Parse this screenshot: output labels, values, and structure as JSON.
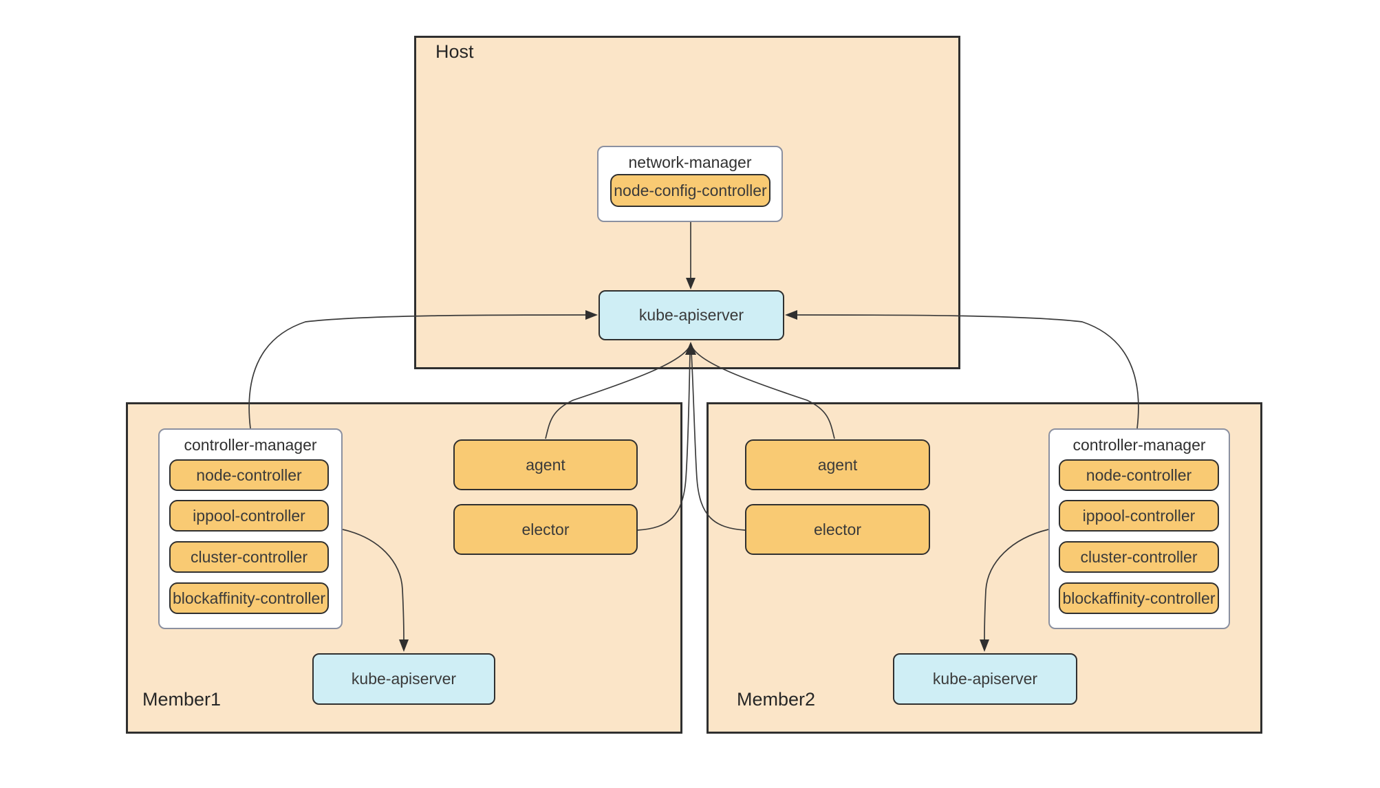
{
  "host": {
    "label": "Host",
    "network_manager": {
      "title": "network-manager",
      "children": [
        "node-config-controller"
      ]
    },
    "kube_apiserver": "kube-apiserver"
  },
  "member1": {
    "label": "Member1",
    "controller_manager": {
      "title": "controller-manager",
      "children": [
        "node-controller",
        "ippool-controller",
        "cluster-controller",
        "blockaffinity-controller"
      ]
    },
    "agent": "agent",
    "elector": "elector",
    "kube_apiserver": "kube-apiserver"
  },
  "member2": {
    "label": "Member2",
    "controller_manager": {
      "title": "controller-manager",
      "children": [
        "node-controller",
        "ippool-controller",
        "cluster-controller",
        "blockaffinity-controller"
      ]
    },
    "agent": "agent",
    "elector": "elector",
    "kube_apiserver": "kube-apiserver"
  },
  "colors": {
    "container_fill": "#fbe5c8",
    "component_fill": "#f9ca73",
    "apiserver_fill": "#cfeef5",
    "dark_border": "#2f2f2f",
    "white_box_border": "#8b90a0",
    "connector_line": "#3a3a3a"
  }
}
